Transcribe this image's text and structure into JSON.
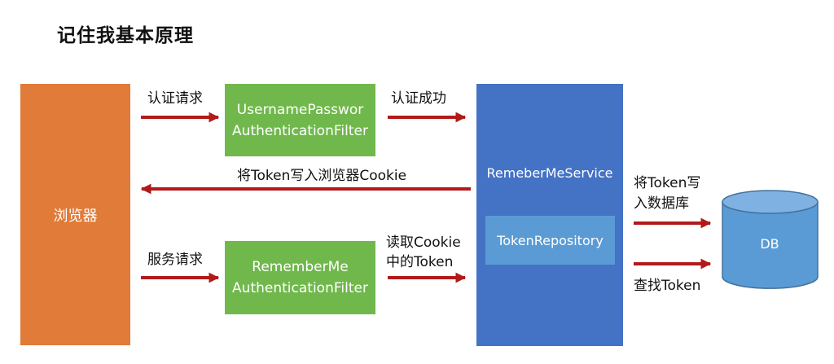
{
  "title": "记住我基本原理",
  "colors": {
    "browser": "#E07B39",
    "filter": "#70B84C",
    "service": "#4472C4",
    "repository": "#5B9BD5",
    "db": "#5B9BD5",
    "arrow": "#B21A1A"
  },
  "nodes": {
    "browser": "浏览器",
    "filter1_line1": "UsernamePasswor",
    "filter1_line2": "AuthenticationFilter",
    "filter2_line1": "RememberMe",
    "filter2_line2": "AuthenticationFilter",
    "service": "RemeberMeService",
    "repository": "TokenRepository",
    "db": "DB"
  },
  "labels": {
    "auth_request": "认证请求",
    "auth_success": "认证成功",
    "write_cookie": "将Token写入浏览器Cookie",
    "service_request": "服务请求",
    "read_cookie_line1": "读取Cookie",
    "read_cookie_line2": "中的Token",
    "write_db_line1": "将Token写",
    "write_db_line2": "入数据库",
    "find_token": "查找Token"
  }
}
